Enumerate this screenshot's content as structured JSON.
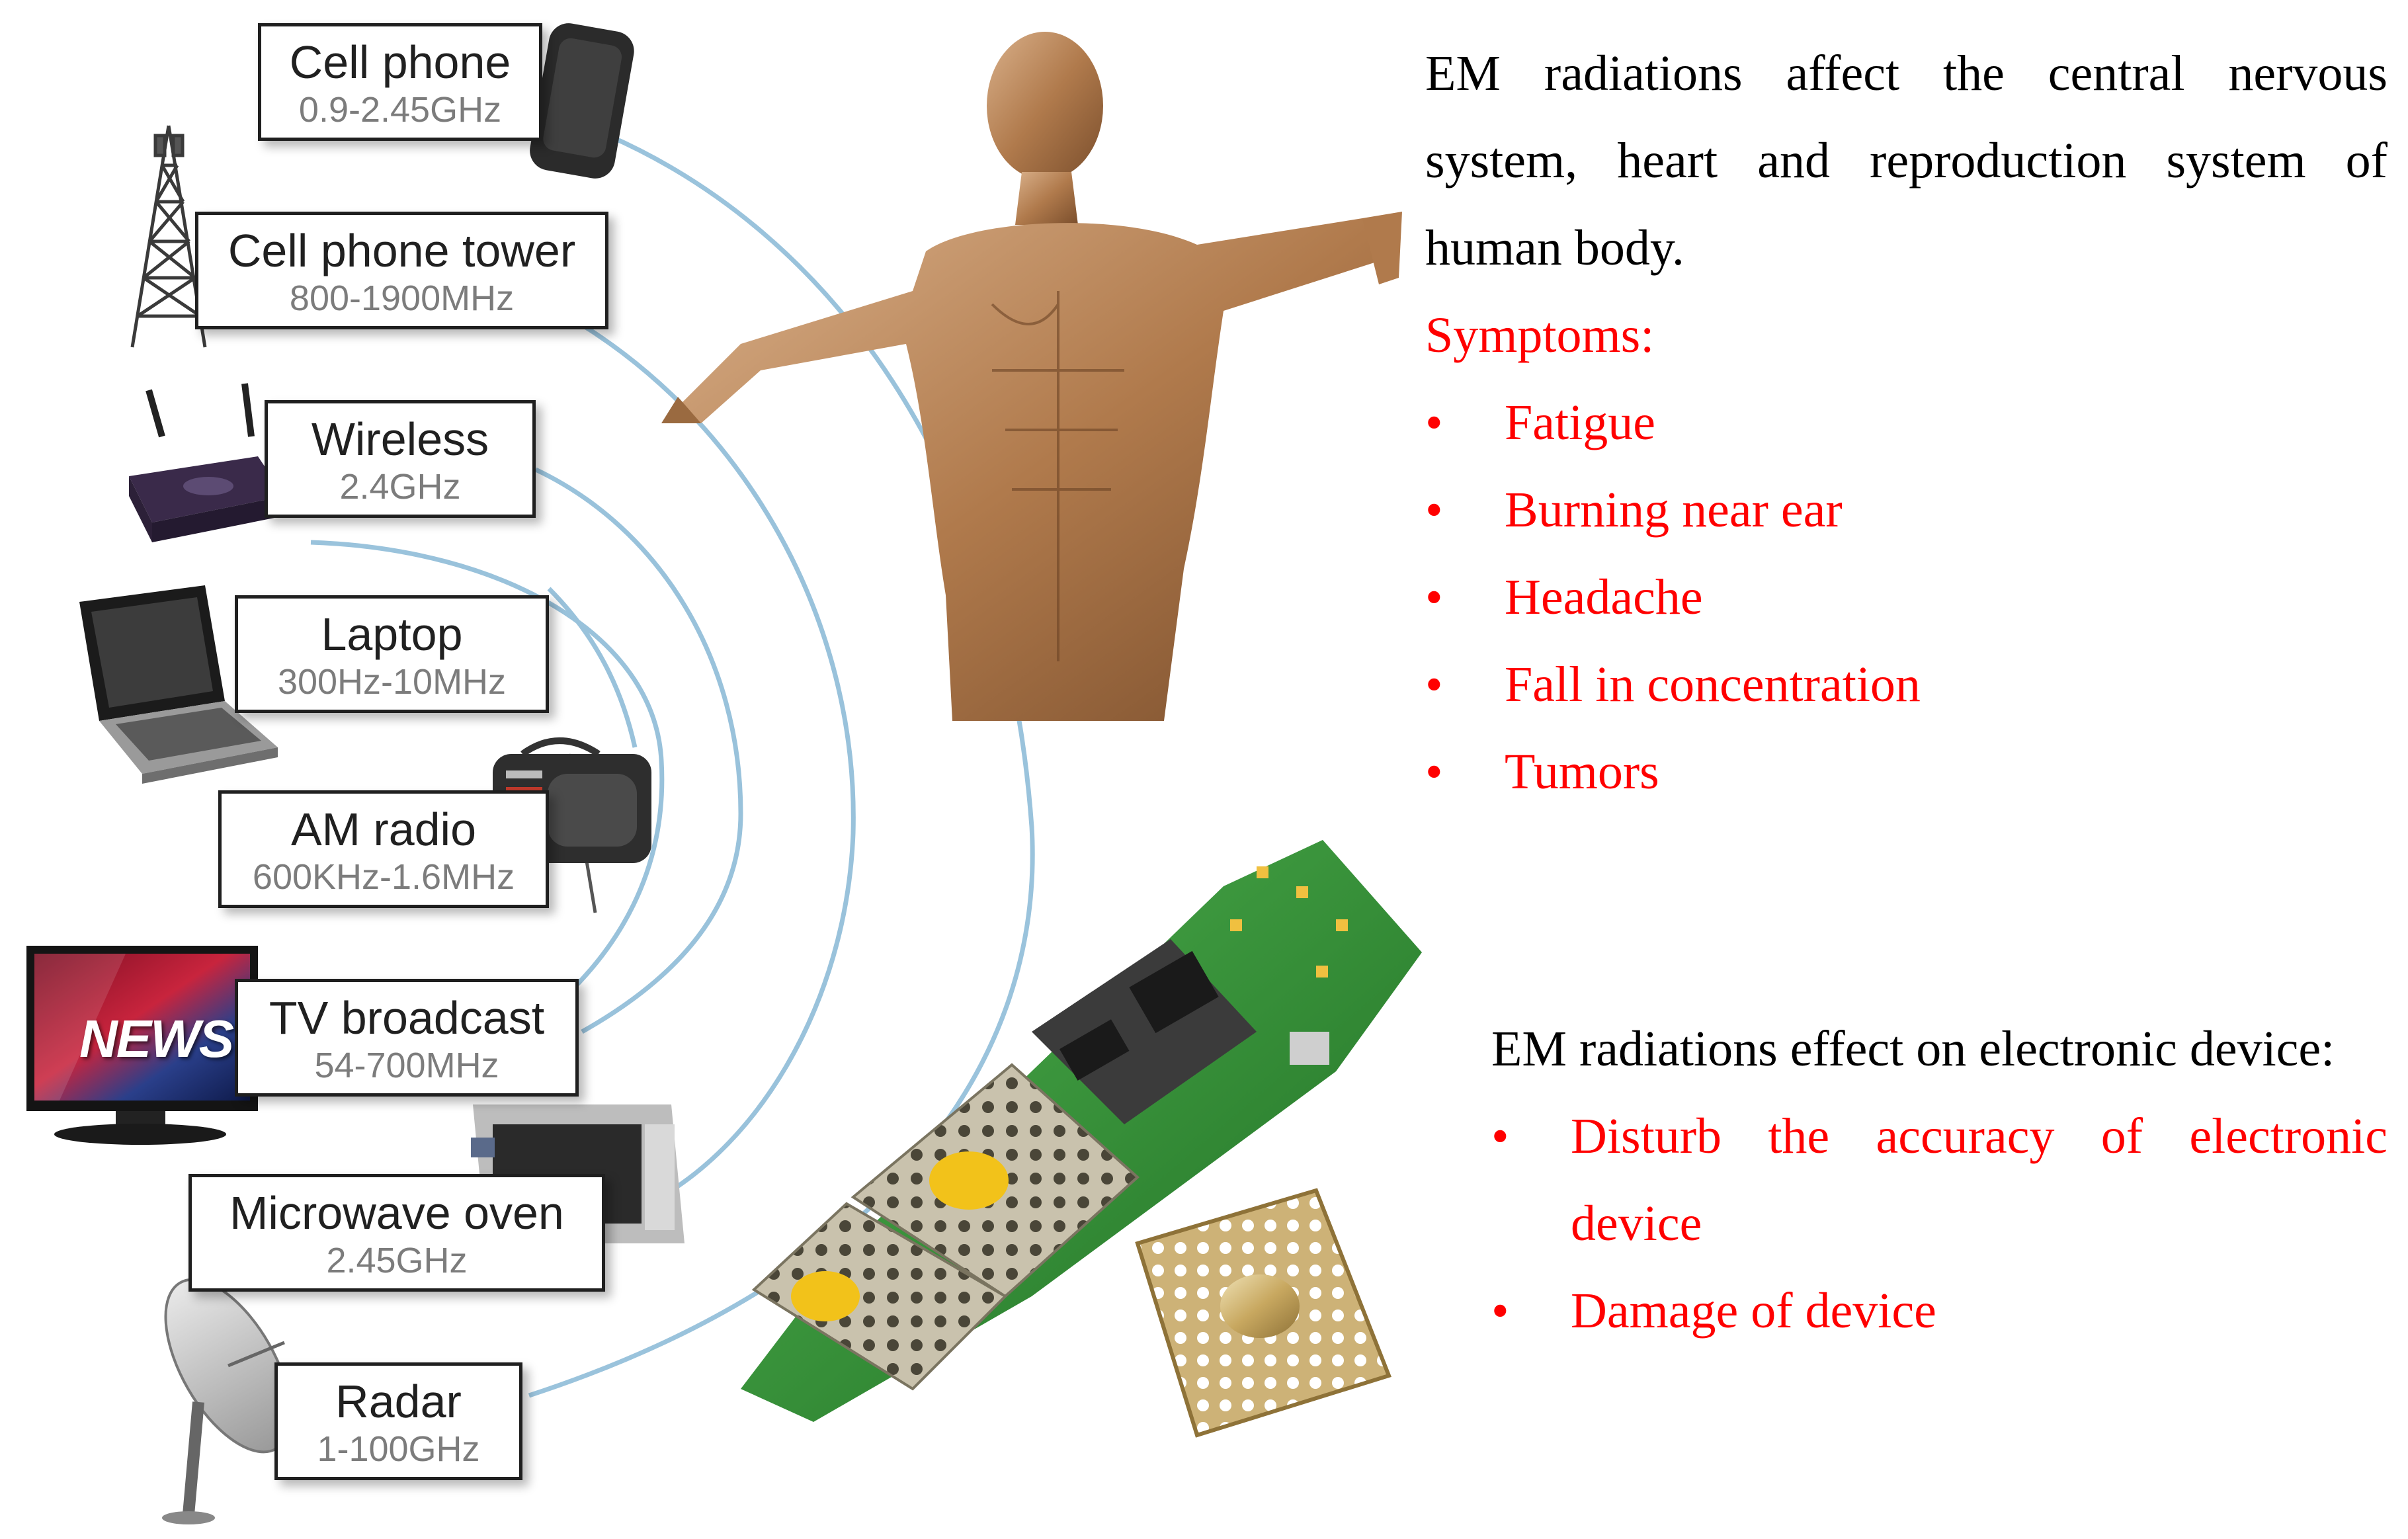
{
  "devices": [
    {
      "name": "Cell phone",
      "freq": "0.9-2.45GHz",
      "icon": "cell-phone-icon"
    },
    {
      "name": "Cell phone tower",
      "freq": "800-1900MHz",
      "icon": "tower-icon"
    },
    {
      "name": "Wireless",
      "freq": "2.4GHz",
      "icon": "router-icon"
    },
    {
      "name": "Laptop",
      "freq": "300Hz-10MHz",
      "icon": "laptop-icon"
    },
    {
      "name": "AM radio",
      "freq": "600KHz-1.6MHz",
      "icon": "radio-icon"
    },
    {
      "name": "TV broadcast",
      "freq": "54-700MHz",
      "icon": "tv-icon"
    },
    {
      "name": "Microwave oven",
      "freq": "2.45GHz",
      "icon": "microwave-icon"
    },
    {
      "name": "Radar",
      "freq": "1-100GHz",
      "icon": "radar-dish-icon"
    }
  ],
  "tv_screen_text": "NEWS",
  "human_effects": {
    "intro": "EM radiations affect the central nervous system, heart and reproduction system of human body.",
    "symptoms_heading": "Symptoms:",
    "symptoms": [
      "Fatigue",
      "Burning near ear",
      "Headache",
      "Fall in concentration",
      "Tumors"
    ]
  },
  "device_effects": {
    "intro": "EM radiations effect on electronic device:",
    "items": [
      "Disturb the accuracy of electronic device",
      "Damage of device"
    ]
  },
  "colors": {
    "wave": "#8fbcd8",
    "symptom_text": "#ff0000",
    "body_tone": "#b88a5e",
    "pcb_green": "#2f8f2f",
    "shield_gold": "#c8a860"
  }
}
